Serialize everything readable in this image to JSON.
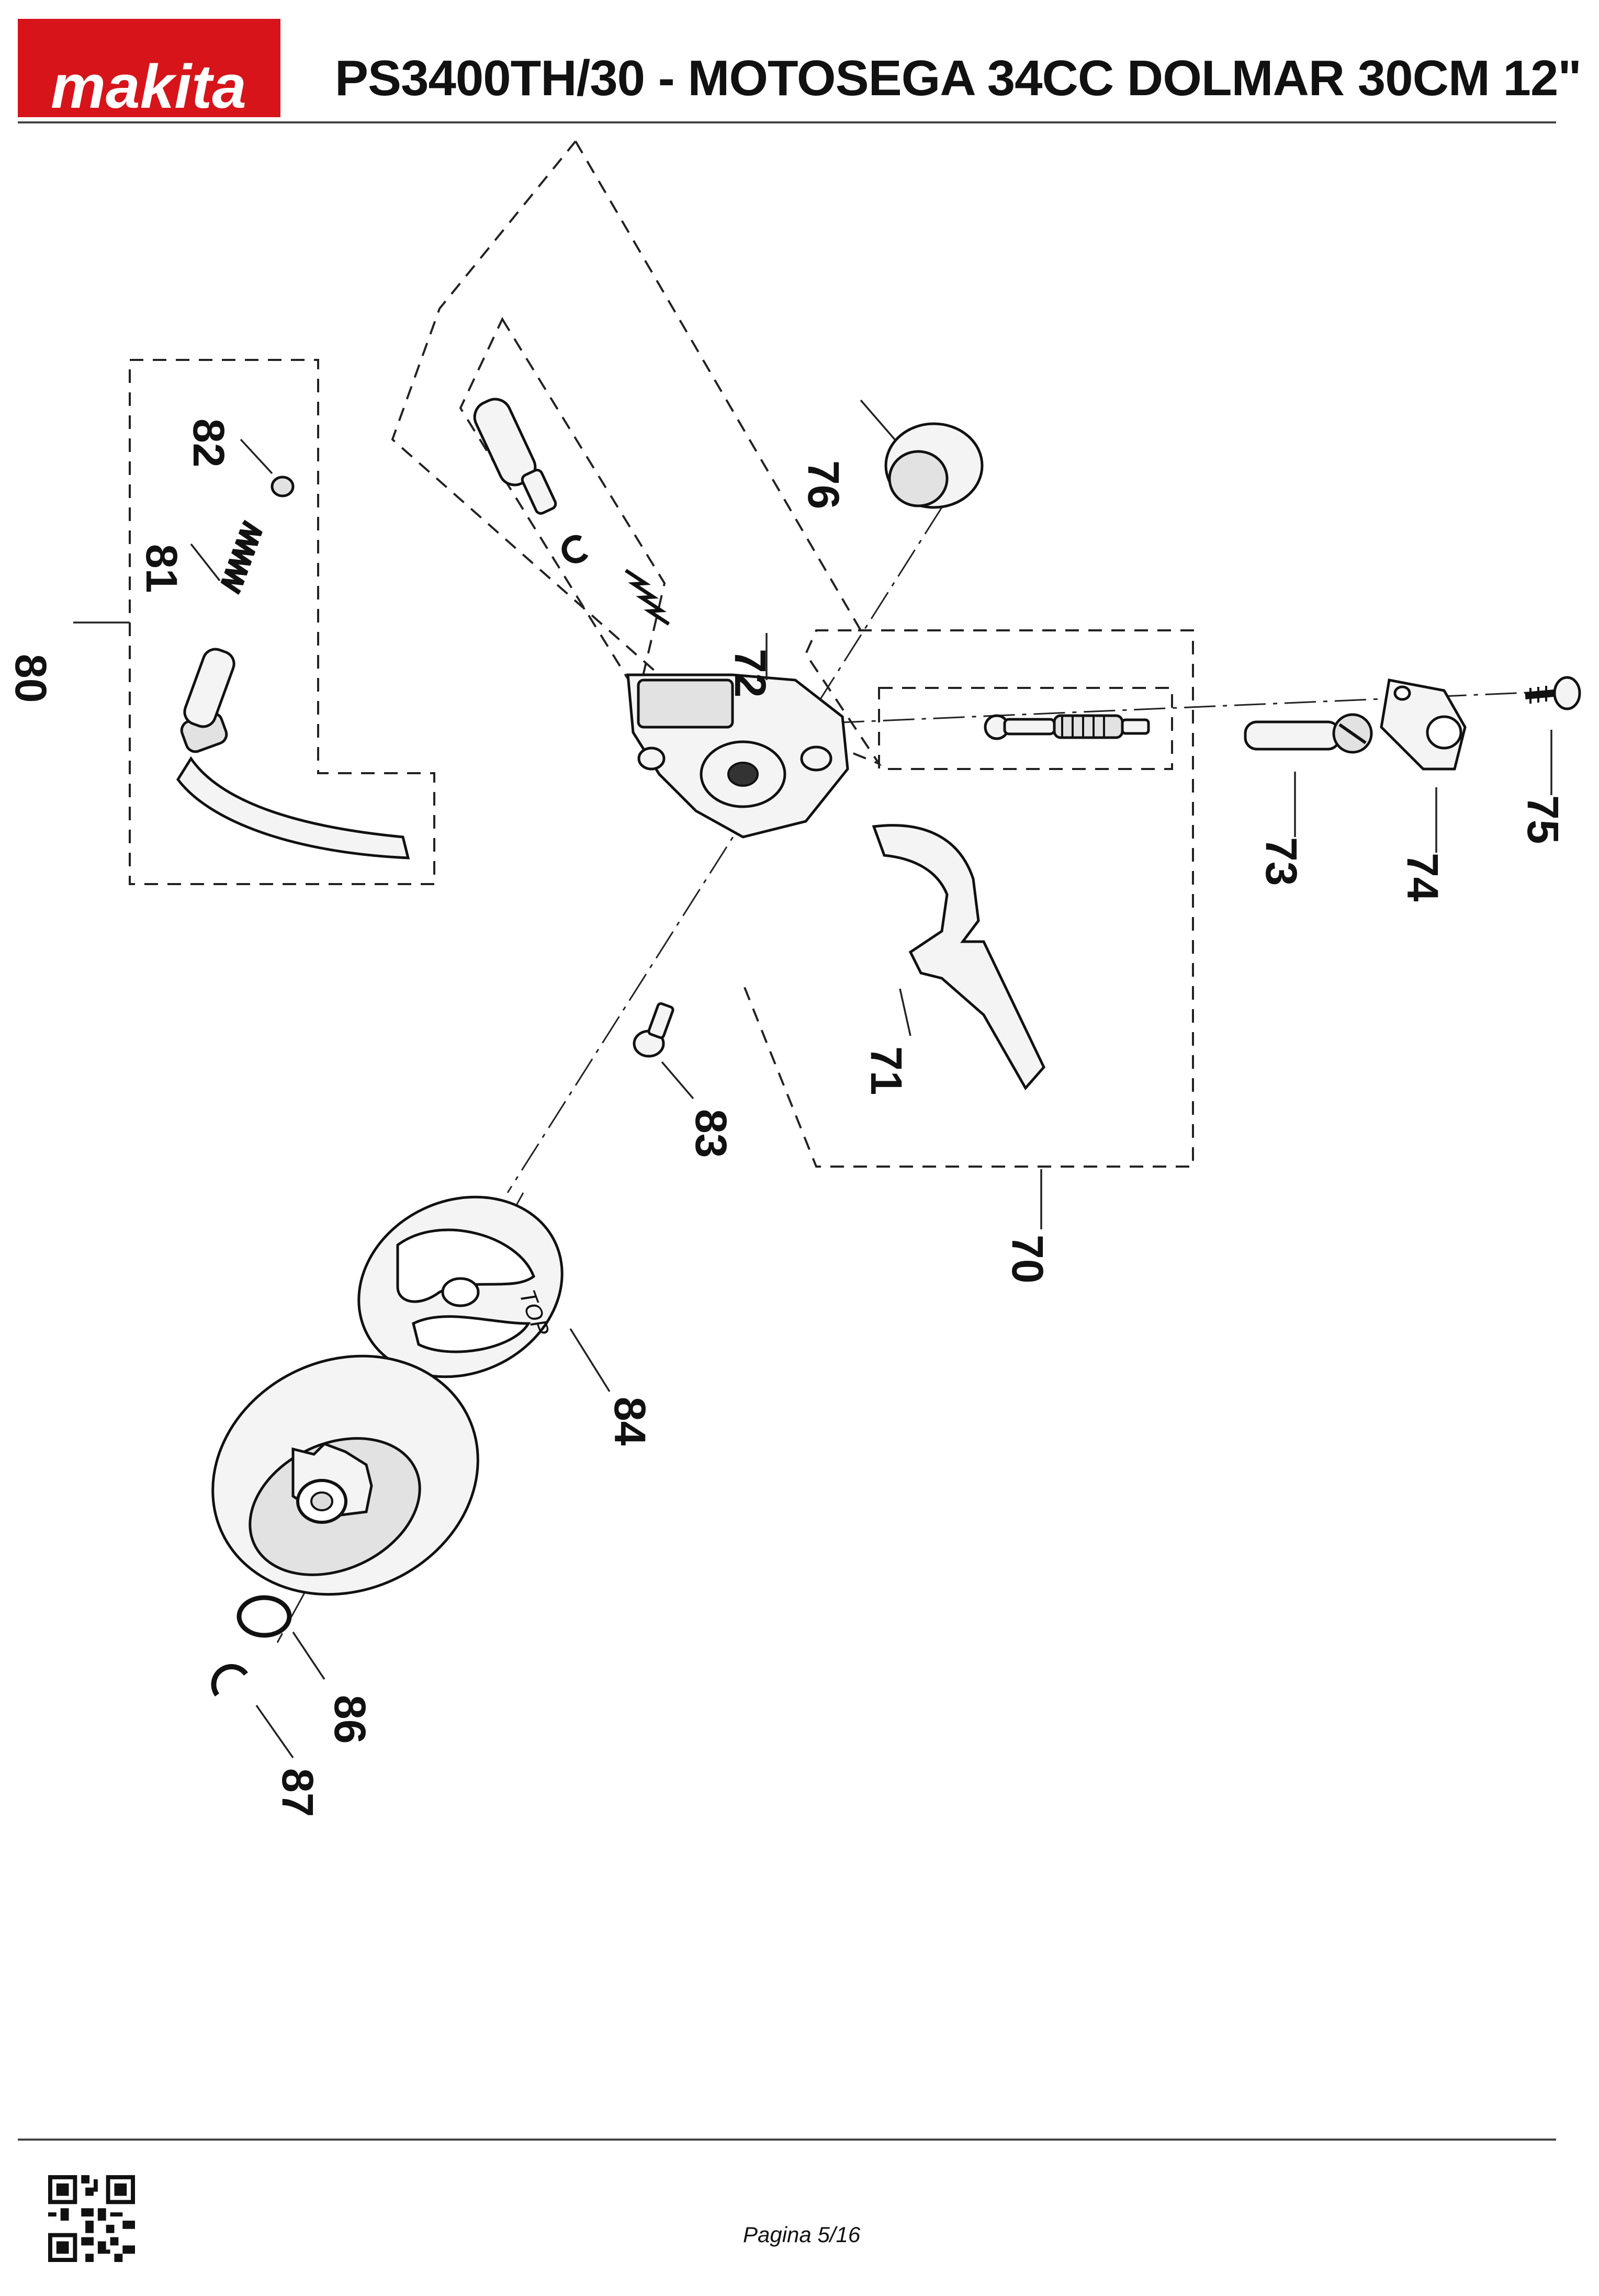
{
  "header": {
    "brand": "makita",
    "title": "PS3400TH/30 - MOTOSEGA 34CC DOLMAR 30CM 12\""
  },
  "callouts": {
    "c70": "70",
    "c71": "71",
    "c72": "72",
    "c73": "73",
    "c74": "74",
    "c75": "75",
    "c76": "76",
    "c80": "80",
    "c81": "81",
    "c82": "82",
    "c83": "83",
    "c84": "84",
    "c86": "86",
    "c87": "87"
  },
  "labels": {
    "top_mark": "TOP"
  },
  "footer": {
    "page": "Pagina 5/16"
  },
  "colors": {
    "brand_red": "#d7141a",
    "ink": "#111111"
  }
}
